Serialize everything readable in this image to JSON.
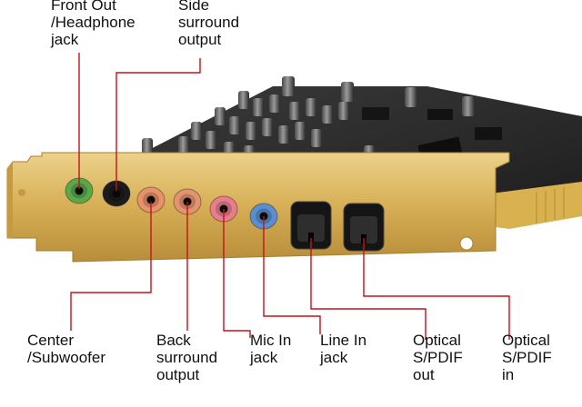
{
  "colors": {
    "leader_line": "#c0141c",
    "bracket": "#d8b55a",
    "board": "#2b2b2b"
  },
  "top_labels": [
    {
      "id": "front",
      "text": "Front Out\n/Headphone\njack"
    },
    {
      "id": "side",
      "text": "Side\nsurround\noutput"
    }
  ],
  "bottom_labels": [
    {
      "id": "center",
      "text": "Center\n/Subwoofer"
    },
    {
      "id": "back",
      "text": "Back\nsurround\noutput"
    },
    {
      "id": "mic",
      "text": "Mic In\njack"
    },
    {
      "id": "linein",
      "text": "Line In\njack"
    },
    {
      "id": "optout",
      "text": "Optical\nS/PDIF\nout"
    },
    {
      "id": "optin",
      "text": "Optical\nS/PDIF\nin"
    }
  ],
  "ports": [
    {
      "name": "front-out-jack",
      "kind": "jack",
      "color": "#5aa84a"
    },
    {
      "name": "side-surround-jack",
      "kind": "jack",
      "color": "#1c1c1c"
    },
    {
      "name": "center-subwoofer-jack",
      "kind": "jack",
      "color": "#e8926a"
    },
    {
      "name": "back-surround-jack",
      "kind": "jack",
      "color": "#e2946e"
    },
    {
      "name": "mic-in-jack",
      "kind": "jack",
      "color": "#e67e8e"
    },
    {
      "name": "line-in-jack",
      "kind": "jack",
      "color": "#5a8ed0"
    },
    {
      "name": "optical-out-port",
      "kind": "optical",
      "color": "#151515"
    },
    {
      "name": "optical-in-port",
      "kind": "optical",
      "color": "#151515"
    }
  ]
}
